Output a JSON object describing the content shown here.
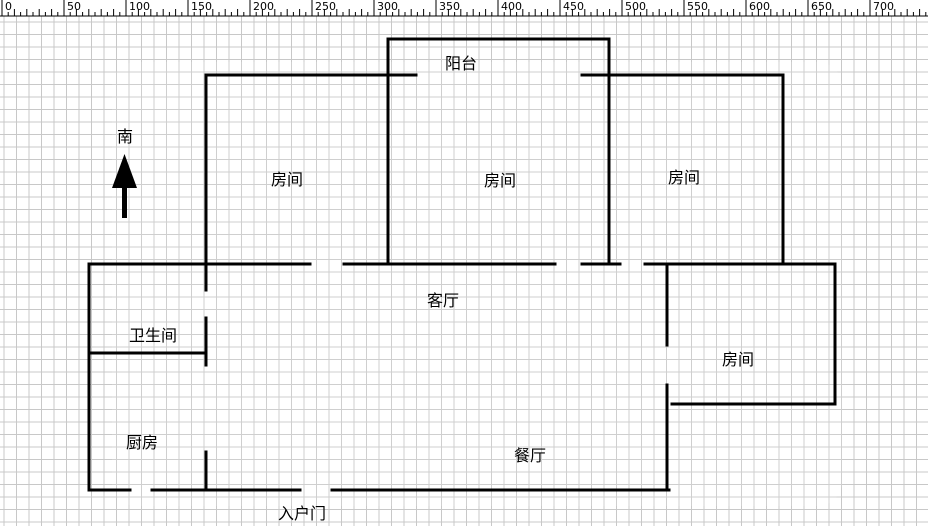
{
  "ruler": {
    "labels": [
      "0",
      "50",
      "100",
      "150",
      "200",
      "250",
      "300",
      "350",
      "400",
      "450",
      "500",
      "550",
      "600",
      "650",
      "700"
    ]
  },
  "compass": {
    "label": "南"
  },
  "rooms": {
    "balcony": "阳台",
    "room_top_left": "房间",
    "room_top_center": "房间",
    "room_top_right": "房间",
    "living_room": "客厅",
    "room_right": "房间",
    "bathroom": "卫生间",
    "kitchen": "厨房",
    "dining_room": "餐厅",
    "entrance": "入户门"
  },
  "colors": {
    "grid": "#c8c8c8",
    "wall": "#000000",
    "background": "#ffffff",
    "opening": "#ffffff"
  }
}
